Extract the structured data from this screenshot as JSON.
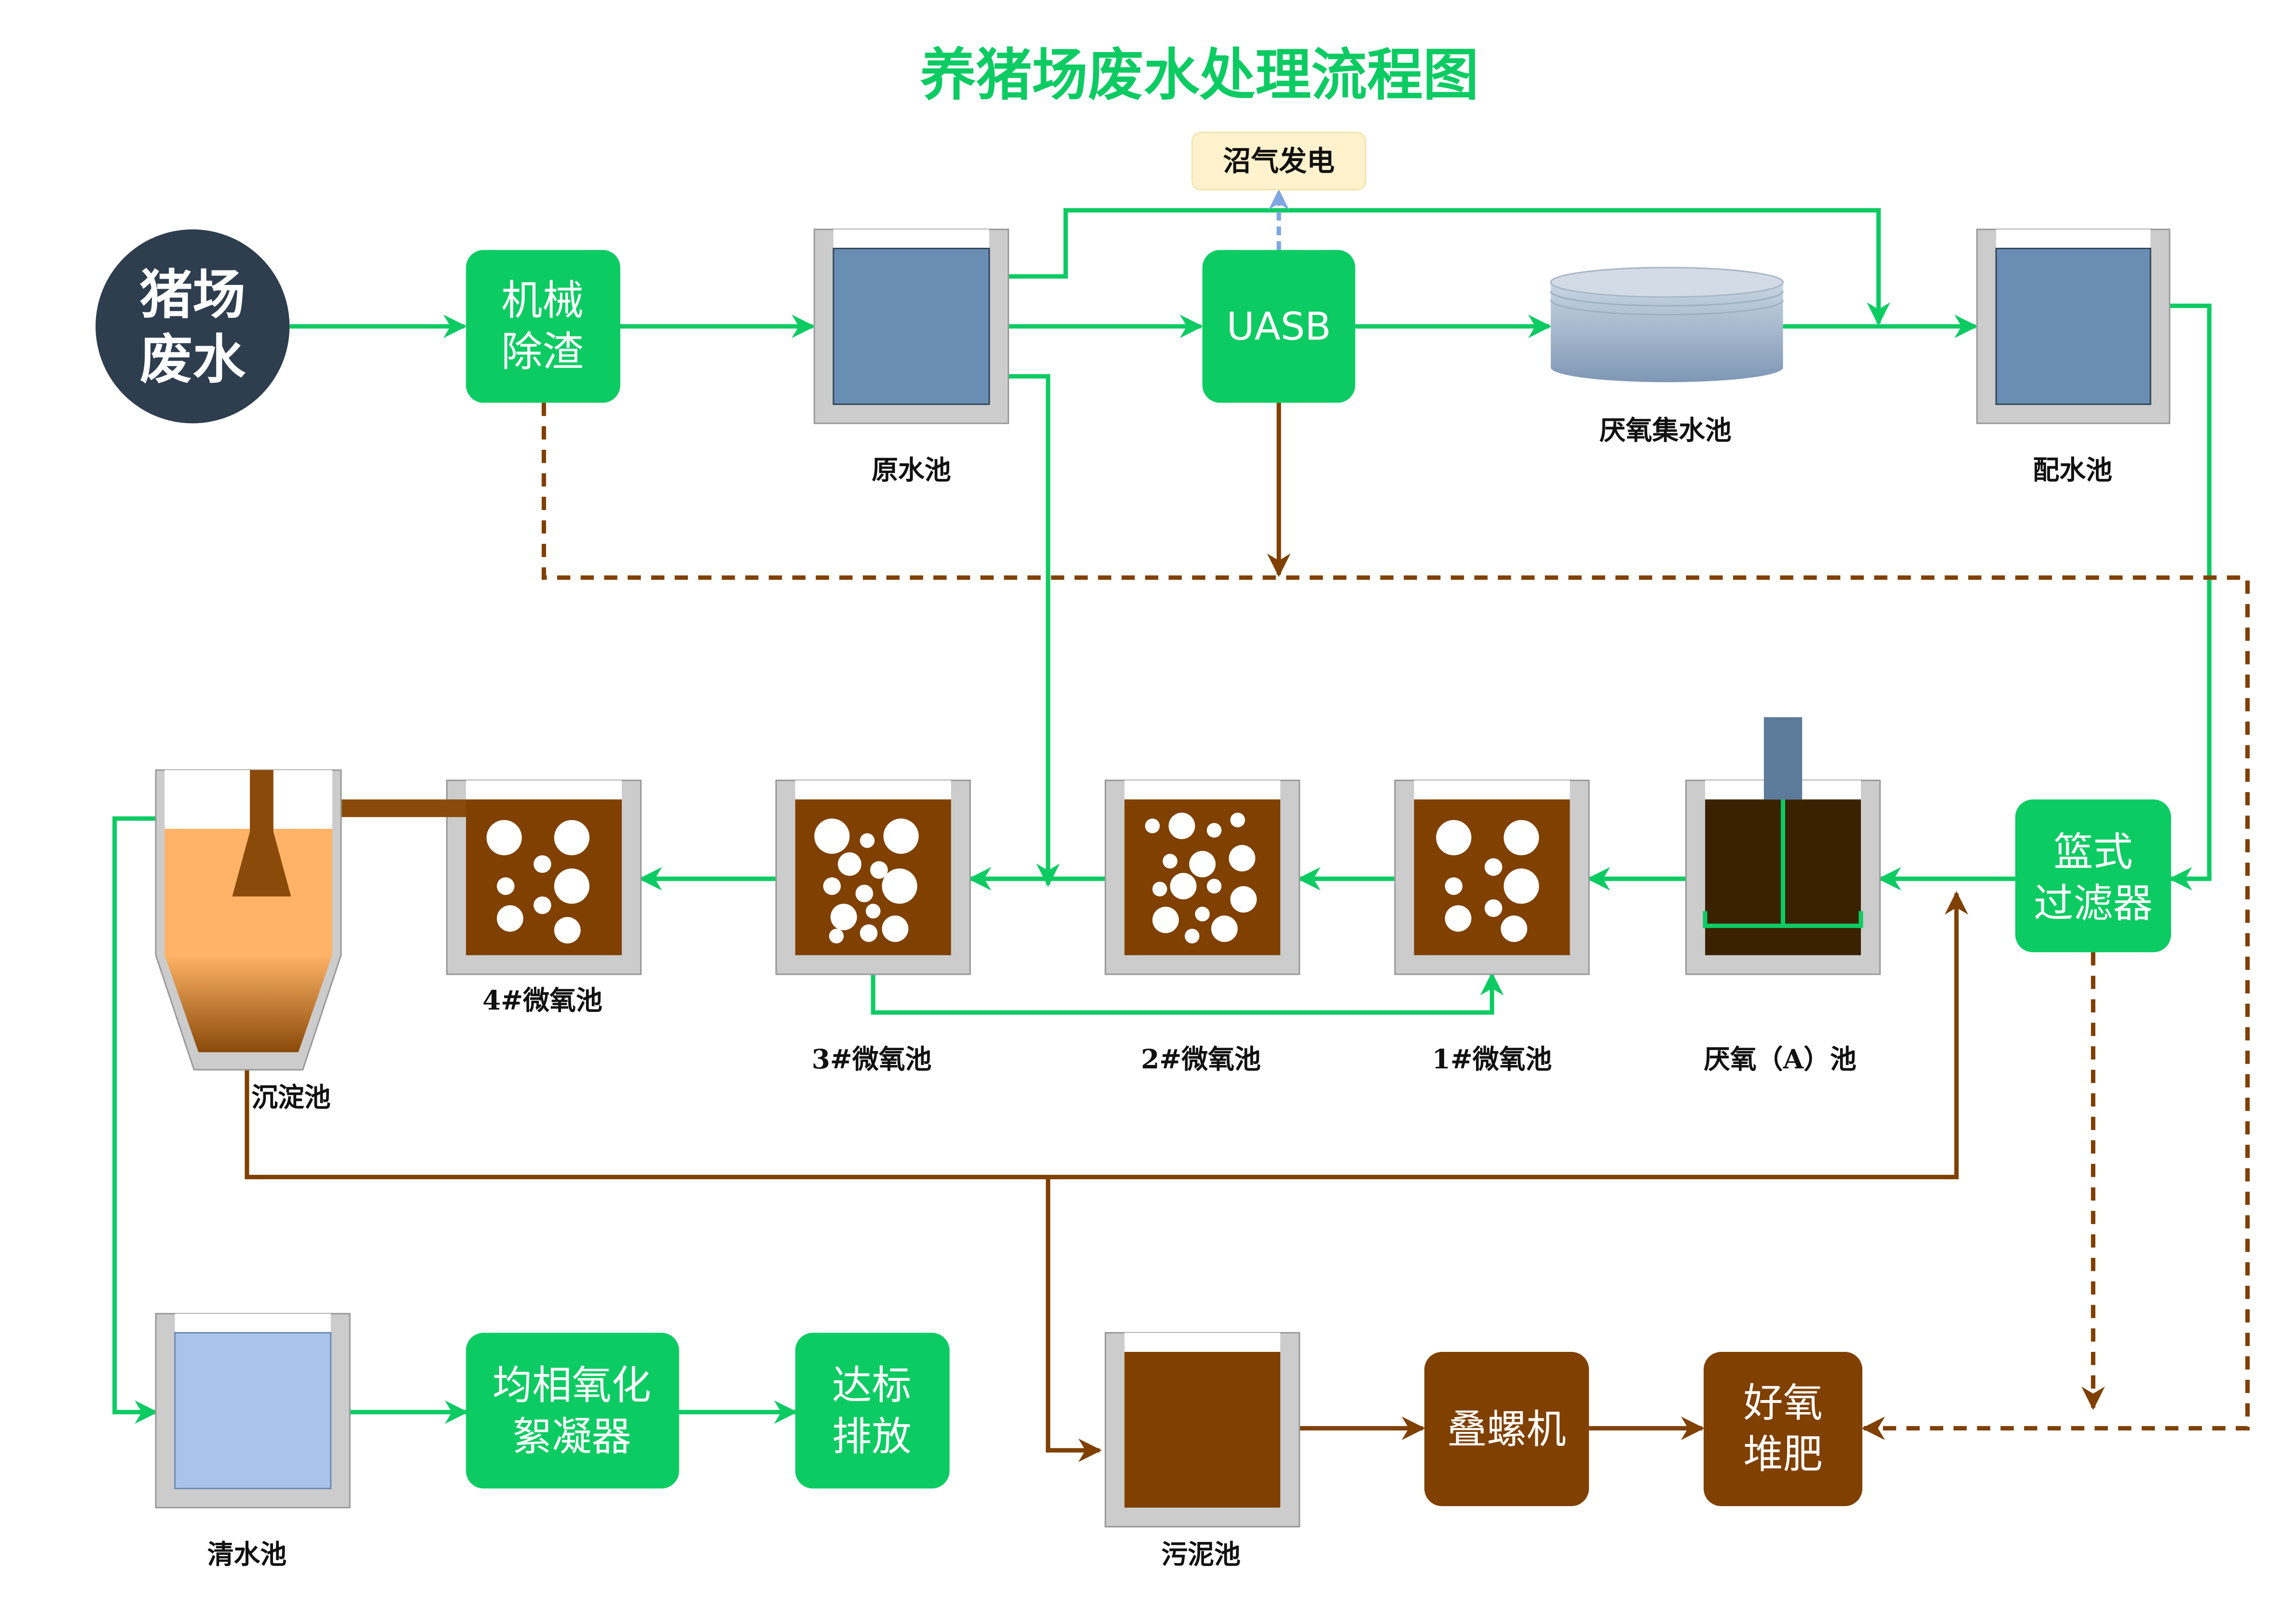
{
  "title": "养猪场废水处理流程图",
  "colors": {
    "green": "#0DCB63",
    "brown": "#7F4000",
    "dark_navy": "#2E3E4F",
    "tank_border": "#CCCCCC",
    "raw_water": "#6A8DB4",
    "clear_water": "#A8C4EB",
    "sludge": "#7F4000",
    "biogas_box": "#FFF2CC",
    "biogas_arrow": "#7EA6E0",
    "settling_top": "#FFB366"
  },
  "nodes": {
    "source": {
      "line1": "猪场",
      "line2": "废水"
    },
    "screening": {
      "line1": "机械",
      "line2": "除渣"
    },
    "raw_tank": {
      "label": "原水池"
    },
    "uasb": {
      "label": "UASB"
    },
    "biogas": {
      "label": "沼气发电"
    },
    "anaerobic_collect": {
      "label": "厌氧集水池"
    },
    "distribution_tank": {
      "label": "配水池"
    },
    "basket_filter": {
      "line1": "篮式",
      "line2": "过滤器"
    },
    "anaerobic_a": {
      "label": "厌氧（A）池"
    },
    "micro_1": {
      "label": "1#微氧池"
    },
    "micro_2": {
      "label": "2#微氧池"
    },
    "micro_3": {
      "label": "3#微氧池"
    },
    "micro_4": {
      "label": "4#微氧池"
    },
    "settling": {
      "label": "沉淀池"
    },
    "clear_tank": {
      "label": "清水池"
    },
    "oxidation": {
      "line1": "均相氧化",
      "line2": "絮凝器"
    },
    "discharge": {
      "line1": "达标",
      "line2": "排放"
    },
    "sludge_tank": {
      "label": "污泥池"
    },
    "screw_press": {
      "label": "叠螺机"
    },
    "compost": {
      "line1": "好氧",
      "line2": "堆肥"
    }
  }
}
